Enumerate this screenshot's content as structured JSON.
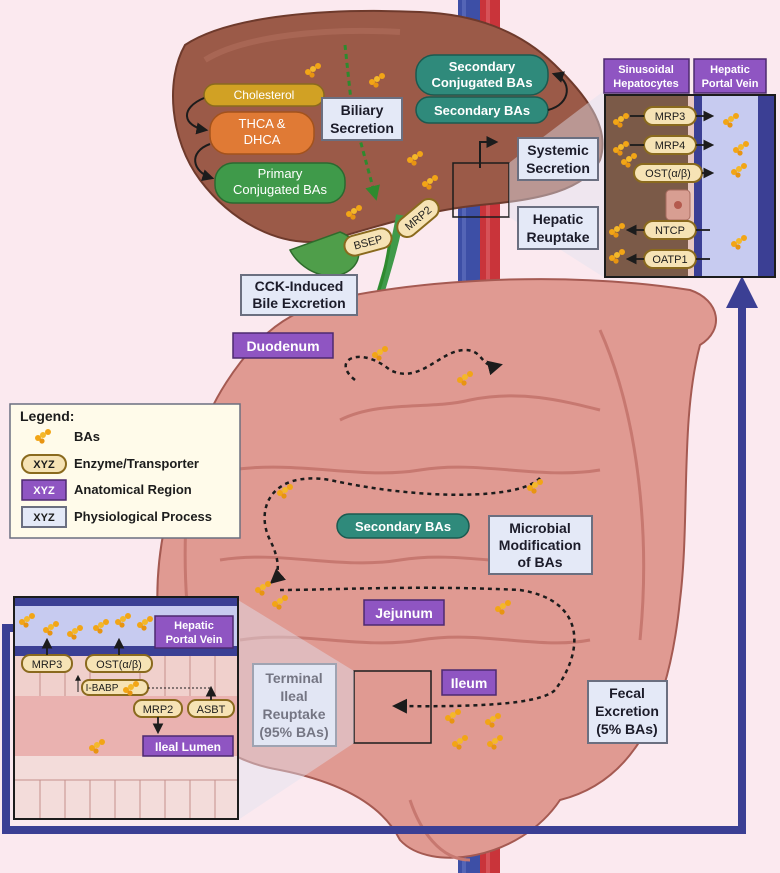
{
  "processes": {
    "biliary_secretion": [
      "Biliary",
      "Secretion"
    ],
    "systemic_secretion": [
      "Systemic",
      "Secretion"
    ],
    "hepatic_reuptake": [
      "Hepatic",
      "Reuptake"
    ],
    "cck_bile": [
      "CCK-Induced",
      "Bile Excretion"
    ],
    "microbial": [
      "Microbial",
      "Modification",
      "of BAs"
    ],
    "terminal_ileal": [
      "Terminal",
      "Ileal",
      "Reuptake",
      "(95% BAs)"
    ],
    "fecal": [
      "Fecal",
      "Excretion",
      "(5% BAs)"
    ]
  },
  "regions": {
    "duodenum": "Duodenum",
    "jejunum": "Jejunum",
    "ileum": "Ileum",
    "sinusoidal": [
      "Sinusoidal",
      "Hepatocytes"
    ],
    "portal_top": [
      "Hepatic",
      "Portal Vein"
    ],
    "portal_inset": [
      "Hepatic",
      "Portal Vein"
    ],
    "ileal_lumen": "Ileal Lumen"
  },
  "liver_pathway": {
    "cholesterol": "Cholesterol",
    "thca": [
      "THCA &",
      "DHCA"
    ],
    "primary": [
      "Primary",
      "Conjugated BAs"
    ]
  },
  "secondary": {
    "conjugated": [
      "Secondary",
      "Conjugated BAs"
    ],
    "bas_top": "Secondary BAs",
    "bas_gut": "Secondary BAs"
  },
  "transporters": {
    "bsep": "BSEP",
    "mrp2_liver": "MRP2",
    "mrp3": "MRP3",
    "mrp4": "MRP4",
    "ost": "OST(α/β)",
    "ntcp": "NTCP",
    "oatp1": "OATP1",
    "mrp3_gut": "MRP3",
    "ost_gut": "OST(α/β)",
    "ibabp": "I-BABP",
    "mrp2_gut": "MRP2",
    "asbt": "ASBT"
  },
  "legend": {
    "title": "Legend:",
    "items": [
      "BAs",
      "Enzyme/Transporter",
      "Anatomical Region",
      "Physiological Process"
    ],
    "swatch_text": "XYZ"
  },
  "colors": {
    "liver": "#9b5a48",
    "intestine": "#e09a92",
    "bile_green": "#3f9a4a",
    "teal": "#2f8a7b",
    "anatomical": "#8f55c2",
    "process": "#e4e9f7",
    "transporter": "#f6e3b5",
    "circulation": "#3b3f94",
    "ba_dots": "#f2a516"
  }
}
